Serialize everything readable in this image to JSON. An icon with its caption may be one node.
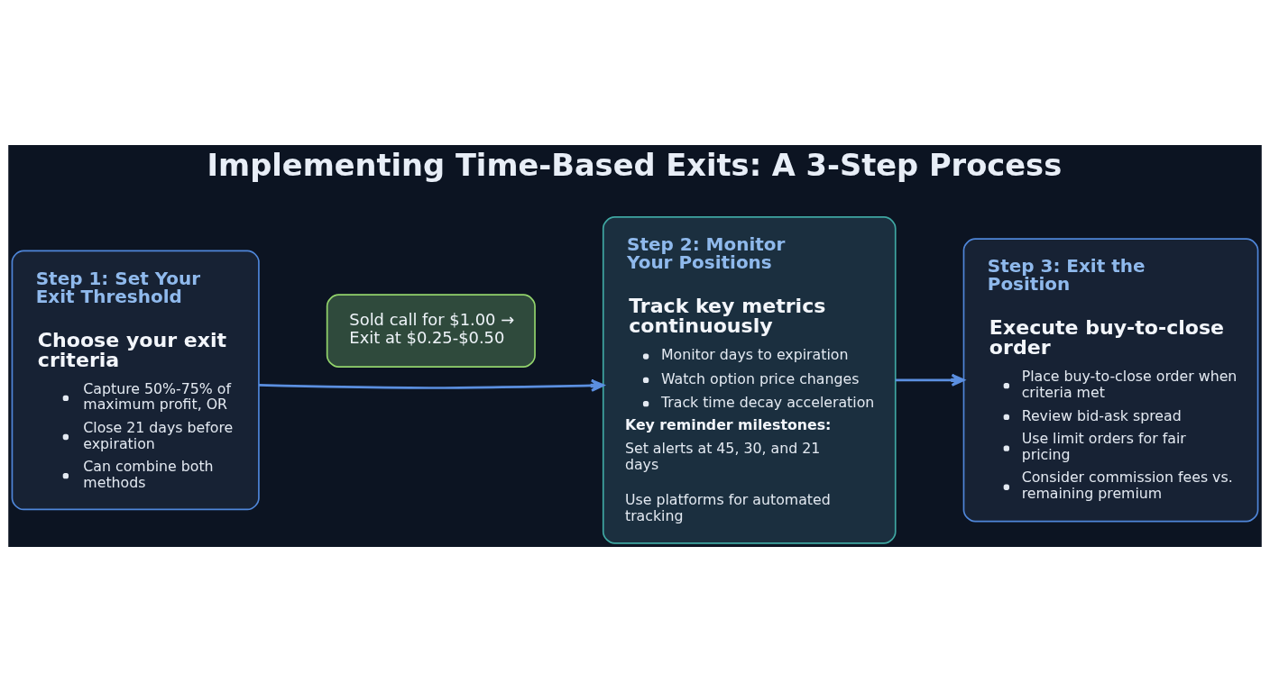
{
  "diagram": {
    "title": "Implementing Time-Based Exits: A 3-Step Process",
    "nodes": [
      {
        "text": [
          "Step 1: Set Your Exit Threshold",
          "Choose your exit criteria",
          "Capture 50%-75% of maximum profit, OR",
          "Close 21 days before expiration",
          "Can combine both methods"
        ]
      },
      {
        "text": [
          "Sold call for $1.00 → Exit at $0.25-$0.50"
        ]
      },
      {
        "text": [
          "Step 2: Monitor Your Positions",
          "Track key metrics continuously",
          "Monitor days to expiration",
          "Watch option price changes",
          "Track time decay acceleration",
          "Key reminder milestones:",
          "Set alerts at 45, 30, and 21 days",
          "Use platforms for automated tracking"
        ]
      },
      {
        "text": [
          "Step 3: Exit the Position",
          "Execute buy-to-close order",
          "Place buy-to-close order when criteria met",
          "Review bid-ask spread",
          "Use limit orders for fair pricing",
          "Consider commission fees vs. remaining premium"
        ]
      }
    ],
    "edges": [
      {
        "from": 0,
        "to": 2,
        "arrow": "to"
      },
      {
        "from": 2,
        "to": 3,
        "arrow": "to"
      }
    ]
  }
}
